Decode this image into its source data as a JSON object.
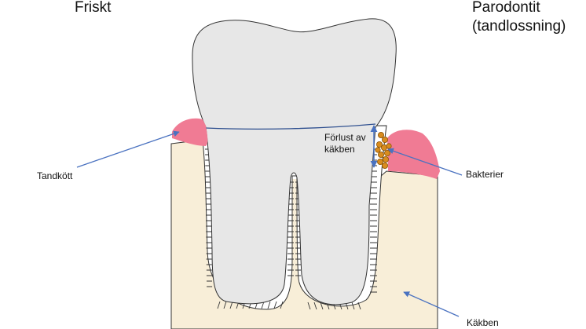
{
  "titles": {
    "left": "Friskt",
    "right_line1": "Parodontit",
    "right_line2": "(tandlossning)"
  },
  "labels": {
    "gum": "Tandkött",
    "bone_loss_line1": "Förlust av",
    "bone_loss_line2": "käkben",
    "bacteria": "Bakterier",
    "jawbone": "Käkben"
  },
  "colors": {
    "bone": "#f8eed8",
    "gum": "#f07b94",
    "tooth": "#e7e7e7",
    "bacteria": "#d98c1f",
    "arrow": "#4a72c0",
    "outline": "#333333"
  }
}
